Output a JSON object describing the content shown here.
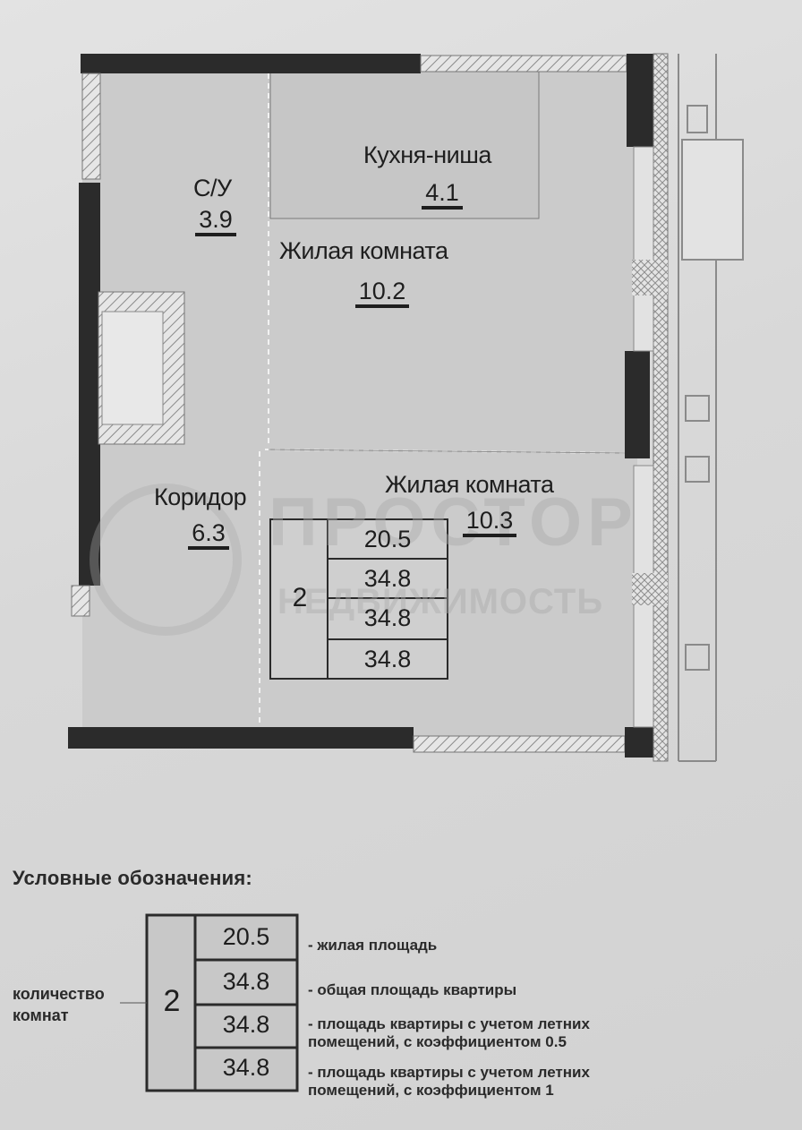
{
  "rooms": {
    "bathroom": {
      "name": "С/У",
      "area": "3.9"
    },
    "kitchen": {
      "name": "Кухня-ниша",
      "area": "4.1"
    },
    "living_room_1": {
      "name": "Жилая комната",
      "area": "10.2"
    },
    "living_room_2": {
      "name": "Жилая комната",
      "area": "10.3"
    },
    "corridor": {
      "name": "Коридор",
      "area": "6.3"
    }
  },
  "plan_table": {
    "room_count": "2",
    "values": [
      "20.5",
      "34.8",
      "34.8",
      "34.8"
    ]
  },
  "legend": {
    "title": "Условные обозначения:",
    "rooms_label": "количество комнат",
    "room_count": "2",
    "values": [
      "20.5",
      "34.8",
      "34.8",
      "34.8"
    ],
    "notes": [
      "- жилая площадь",
      "- общая площадь квартиры",
      "- площадь квартиры с учетом летних помещений, с коэффициентом 0.5",
      "- площадь квартиры с учетом летних помещений, с коэффициентом 1"
    ]
  },
  "watermark": {
    "line1": "ПРОСТОР",
    "line2": "НЕДВИЖИМОСТЬ"
  },
  "colors": {
    "wall": "#2b2b2b",
    "floor": "#cdcdcd",
    "hatch": "#8a8a8a"
  }
}
